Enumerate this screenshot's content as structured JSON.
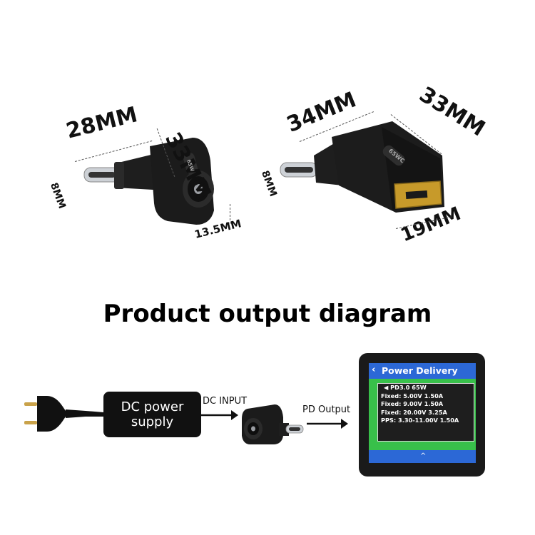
{
  "left_adapter": {
    "length_label": "28MM",
    "height_label": "33MM",
    "tip_label": "8MM",
    "barrel_label": "13.5MM",
    "emboss": "65W"
  },
  "right_adapter": {
    "length_label": "34MM",
    "height_label": "33MM",
    "tip_label": "8MM",
    "plug_label": "19MM",
    "emboss": "65WC"
  },
  "diagram": {
    "title": "Product output diagram",
    "psu_line1": "DC power",
    "psu_line2": "supply",
    "dc_input_label": "DC INPUT",
    "pd_output_label": "PD Output"
  },
  "screen": {
    "title": "Power Delivery",
    "header": "PD3.0 65W",
    "rows": [
      "Fixed:    5.00V 1.50A",
      "Fixed:    9.00V 1.50A",
      "Fixed:  20.00V 3.25A",
      "PPS: 3.30-11.00V 1.50A"
    ]
  },
  "colors": {
    "adapter_body": "#1b1b1b",
    "connector_silver": "#c9ccd1",
    "plug_yellow": "#c79a2a",
    "screen_blue": "#2c68d6",
    "screen_green": "#38c04a"
  }
}
